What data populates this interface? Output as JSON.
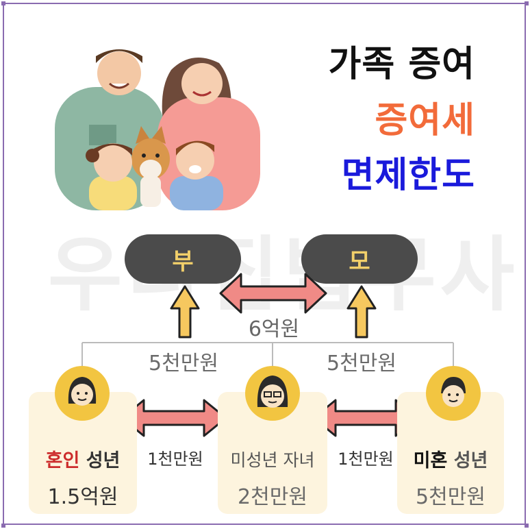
{
  "title": {
    "line1": "가족 증여",
    "line2": "증여세",
    "line3": "면제한도"
  },
  "watermark": "우리집법무사",
  "parents": {
    "father": "부",
    "mother": "모",
    "spouse_amount": "6억원"
  },
  "branches": {
    "left_amount": "5천만원",
    "right_amount": "5천만원"
  },
  "children": [
    {
      "emphasis": "혼인",
      "label": " 성년",
      "amount": "1.5억원"
    },
    {
      "emphasis": "",
      "label": "미성년 자녀",
      "amount": "2천만원"
    },
    {
      "emphasis": "미혼",
      "label": " 성년",
      "amount": "5천만원"
    }
  ],
  "sibling_amounts": {
    "left": "1천만원",
    "right": "1천만원"
  },
  "colors": {
    "title_black": "#111111",
    "title_orange": "#f26b3a",
    "title_blue": "#1a1adb",
    "pill": "#4b4b4b",
    "pill_text": "#f1cf6a",
    "arrow_fill": "#f08a86",
    "arrow_up_fill": "#f6c85f",
    "card": "#fdf4de",
    "emphasis_red": "#cc2b2b"
  },
  "icons": [
    "family-illustration",
    "woman-avatar-icon",
    "girl-glasses-avatar-icon",
    "boy-avatar-icon",
    "double-arrow-icon",
    "up-arrow-icon"
  ]
}
